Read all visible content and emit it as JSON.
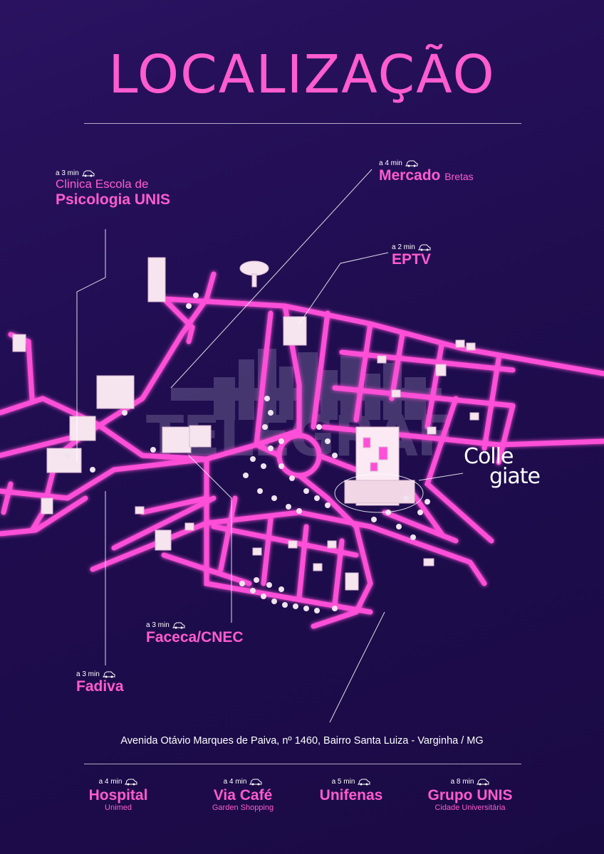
{
  "title": "LOCALIZAÇÃO",
  "watermark": "TELEGRAF",
  "brand": {
    "line1": "Colle",
    "line2": "giate"
  },
  "address": "Avenida Otávio Marques de Paiva, nº 1460, Bairro Santa Luiza - Varginha / MG",
  "colors": {
    "background": "#1f0d4f",
    "accent": "#ff5ccf",
    "road": "#ff4fd8",
    "building": "#f6e4ef"
  },
  "map_pois": [
    {
      "time": "a 3 min",
      "name_line1": "Clinica Escola de",
      "name_line2": "Psicologia UNIS",
      "icon": "car-icon"
    },
    {
      "time": "a 4 min",
      "name": "Mercado",
      "name_light": "Bretas",
      "icon": "car-icon"
    },
    {
      "time": "a 2 min",
      "name": "EPTV",
      "icon": "car-icon"
    },
    {
      "time": "a 3 min",
      "name": "Faceca/CNEC",
      "icon": "car-icon"
    },
    {
      "time": "a 3 min",
      "name": "Fadiva",
      "icon": "car-icon"
    }
  ],
  "bottom_pois": [
    {
      "time": "a 4 min",
      "name": "Hospital",
      "sub": "Unimed",
      "icon": "car-icon"
    },
    {
      "time": "a 4 min",
      "name": "Via Café",
      "sub": "Garden Shopping",
      "icon": "car-icon"
    },
    {
      "time": "a 5 min",
      "name": "Unifenas",
      "sub": "",
      "icon": "car-icon"
    },
    {
      "time": "a 8 min",
      "name": "Grupo UNIS",
      "sub": "Cidade Universitária",
      "icon": "car-icon"
    }
  ]
}
